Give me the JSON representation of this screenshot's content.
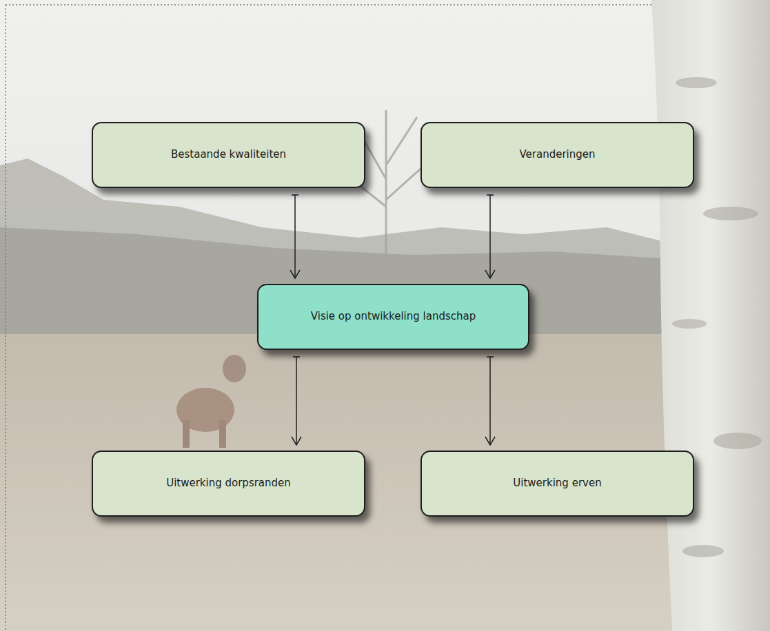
{
  "diagram": {
    "nodes": [
      {
        "text": [
          "Bestaande kwaliteiten"
        ]
      },
      {
        "text": [
          "Veranderingen"
        ]
      },
      {
        "text": [
          "Visie op ontwikkeling landschap"
        ]
      },
      {
        "text": [
          "Uitwerking dorpsranden"
        ]
      },
      {
        "text": [
          "Uitwerking erven"
        ]
      }
    ],
    "edges": [
      {
        "from": 0,
        "to": 2,
        "arrow": "to"
      },
      {
        "from": 1,
        "to": 2,
        "arrow": "to"
      },
      {
        "from": 2,
        "to": 3,
        "arrow": "to"
      },
      {
        "from": 2,
        "to": 4,
        "arrow": "to"
      }
    ]
  }
}
